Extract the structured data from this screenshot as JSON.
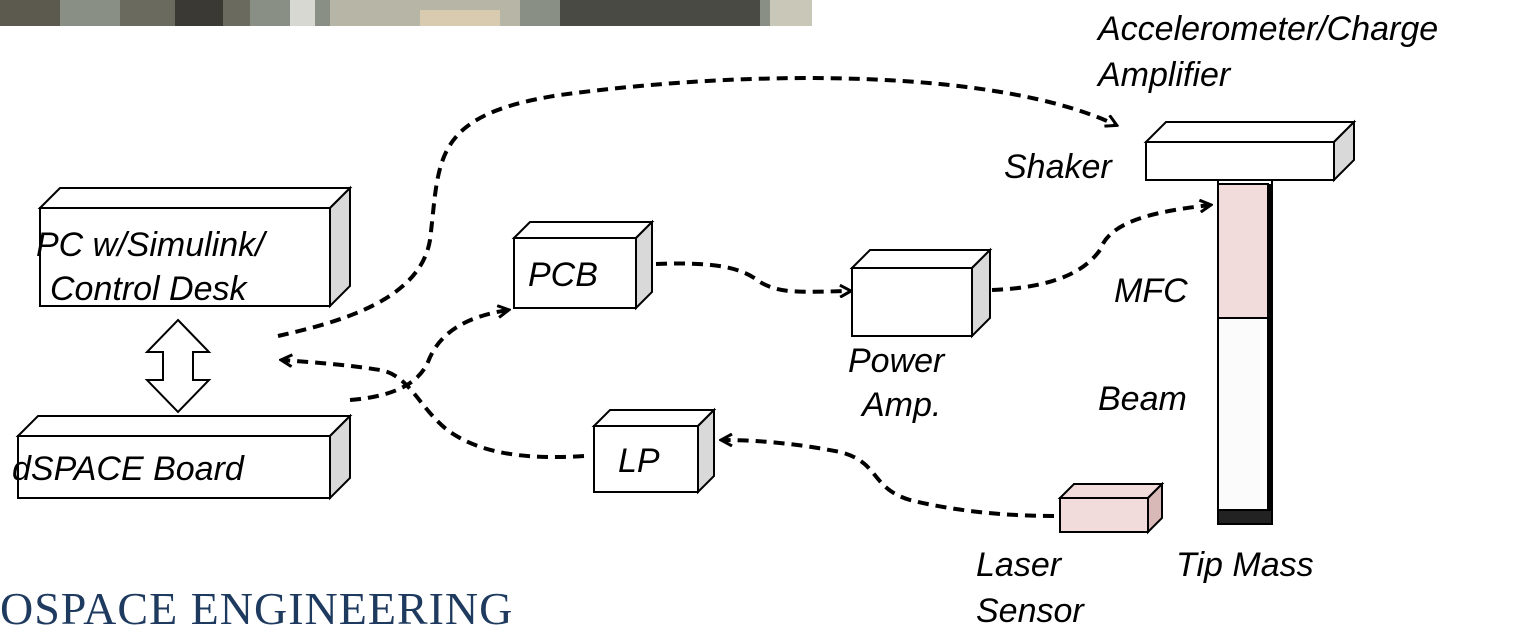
{
  "diagram": {
    "components": {
      "pc": {
        "line1": "PC w/Simulink/",
        "line2": "Control Desk"
      },
      "dspace": "dSPACE Board",
      "pcb": "PCB",
      "lp": "LP",
      "power_amp": {
        "line1": "Power",
        "line2": "Amp."
      },
      "accelerometer": {
        "line1": "Accelerometer/Charge",
        "line2": "Amplifier"
      },
      "shaker": "Shaker",
      "mfc": "MFC",
      "beam": "Beam",
      "tip_mass": "Tip Mass",
      "laser": {
        "line1": "Laser",
        "line2": "Sensor"
      }
    },
    "colors": {
      "box_fill": "#ffffff",
      "box_side": "#d9d9d9",
      "mfc_fill": "#f2dcdb",
      "laser_fill": "#f2dcdb",
      "footer_text": "#1f3a5f"
    }
  },
  "footer": {
    "text": "OSPACE ENGINEERING"
  }
}
